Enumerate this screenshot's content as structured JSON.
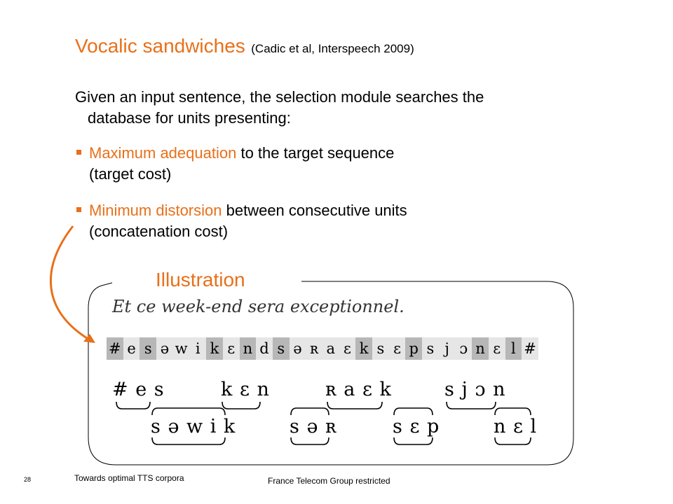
{
  "title": {
    "main": "Vocalic sandwiches",
    "sub": "(Cadic et al, Interspeech 2009)"
  },
  "intro": {
    "line1": "Given an input sentence, the selection module searches the",
    "line2": "database for units presenting:"
  },
  "bullets": [
    {
      "highlight": "Maximum adequation",
      "rest": " to the target sequence",
      "line2": "(target cost)"
    },
    {
      "highlight": "Minimum distorsion",
      "rest": " between consecutive units",
      "line2": "(concatenation cost)"
    }
  ],
  "illustration": {
    "label": "Illustration",
    "sentence": "Et ce week-end sera exceptionnel.",
    "phonemes": [
      "#",
      "e",
      "s",
      "ə",
      "w",
      "i",
      "k",
      "ɛ",
      "n",
      "d",
      "s",
      "ə",
      "ʀ",
      "a",
      "ɛ",
      "k",
      "s",
      "ɛ",
      "p",
      "s",
      "j",
      "ɔ",
      "n",
      "ɛ",
      "l",
      "#"
    ],
    "groups_top": [
      "# e s",
      "k ɛ n",
      "ʀ a ɛ k",
      "s j ɔ n"
    ],
    "groups_bottom": [
      "s ə w i k",
      "s ə ʀ",
      "s ɛ p",
      "n ɛ l"
    ]
  },
  "footer": {
    "page": "28",
    "left": "Towards optimal TTS corpora",
    "center": "France Telecom Group restricted"
  },
  "colors": {
    "accent": "#e8701a"
  }
}
